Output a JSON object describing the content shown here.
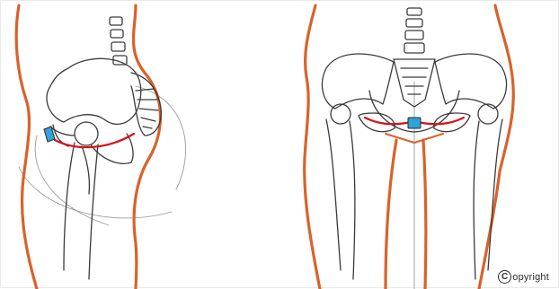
{
  "illustration": {
    "left_view": "side",
    "right_view": "front",
    "colors": {
      "pencil": "#3a3a3a",
      "body_contour": "#d9622b",
      "ligament": "#d8121b",
      "pubic_symphysis": "#2fa3d6"
    }
  },
  "watermark": {
    "symbol": "C",
    "text": "opyright"
  }
}
